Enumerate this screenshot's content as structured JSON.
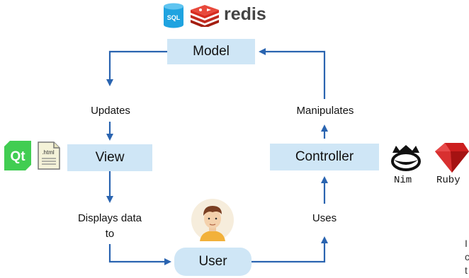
{
  "nodes": {
    "model": "Model",
    "view": "View",
    "controller": "Controller",
    "user": "User"
  },
  "edges": {
    "updates": "Updates",
    "manipulates": "Manipulates",
    "displays_line1": "Displays data",
    "displays_line2": "to",
    "uses": "Uses"
  },
  "logos": {
    "sql_text": "SQL",
    "redis_text": "redis",
    "qt_text": "Qt",
    "html_text": ".html",
    "nim_text": "Nim",
    "ruby_text": "Ruby"
  },
  "cropped_text": [
    "I",
    "c",
    "t"
  ],
  "colors": {
    "box_fill": "#cfe6f6",
    "arrow": "#2a64b0",
    "qt_green": "#41cd52",
    "redis_red": "#d82c20",
    "sql_blue": "#1fa3e0",
    "ruby_red": "#cc1e1e"
  }
}
